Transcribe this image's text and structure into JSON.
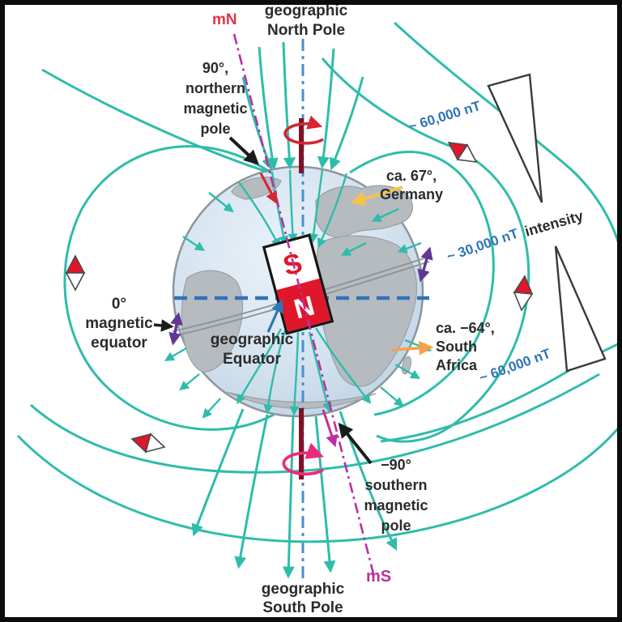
{
  "figure": {
    "type": "earth-magnetic-field-diagram",
    "description": "Dipole model of the geomagnetic field with bar magnet, field lines, inclination angles and intensity"
  },
  "labels": {
    "geographic_north_pole": [
      "geographic",
      "North Pole"
    ],
    "mn": "mN",
    "northern_magnetic_pole": [
      "90°,",
      "northern",
      "magnetic",
      "pole"
    ],
    "germany": [
      "ca. 67°,",
      "Germany"
    ],
    "intensity_60000_north": "~ 60,000 nT",
    "intensity_30000": "~ 30,000 nT",
    "intensity_word": "intensity",
    "south_africa": [
      "ca. −64°,",
      "South",
      "Africa"
    ],
    "intensity_60000_south": "~ 60,000 nT",
    "magnetic_equator": [
      "0°",
      "magnetic",
      "equator"
    ],
    "geographic_equator": [
      "geographic",
      "Equator"
    ],
    "southern_magnetic_pole": [
      "−90°",
      "southern",
      "magnetic",
      "pole"
    ],
    "geographic_south_pole": [
      "geographic",
      "South Pole"
    ],
    "ms": "mS",
    "magnet_south": "S",
    "magnet_north": "N"
  },
  "values": {
    "north_pole_inclination_deg": 90,
    "germany_inclination_deg": 67,
    "south_africa_inclination_deg": -64,
    "southern_pole_inclination_deg": -90,
    "magnetic_equator_inclination_deg": 0,
    "polar_intensity_nT": 60000,
    "equatorial_intensity_nT": 30000
  },
  "colors": {
    "field_line_teal": "#2fbcab",
    "blue_label": "#2e74b8",
    "rotation_axis_blue": "#4a8fd3",
    "magnetic_axis_magenta": "#bb2fa3",
    "mn_red": "#e0344a",
    "magnet_red": "#e0162b",
    "axis_rod_dark_red": "#7c1228",
    "south_rotation_pink": "#ee2a7b",
    "germany_arrow_yellow": "#f6c445",
    "south_africa_arrow_orange": "#f5a14b",
    "equator_arrow_purple": "#5f3795",
    "land_gray": "#b6bbc0",
    "ocean_blue": "#cfdfec",
    "frame_black": "#0c0c0c"
  }
}
